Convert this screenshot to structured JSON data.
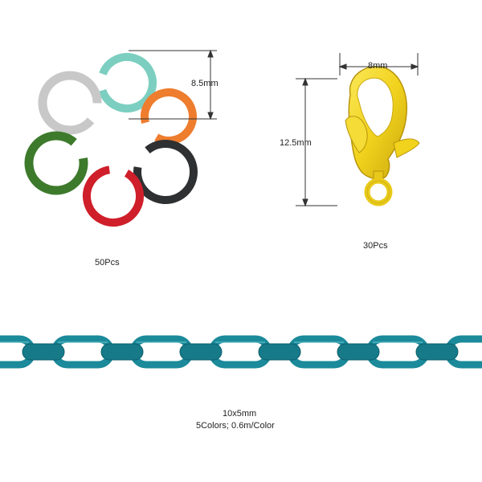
{
  "jump_rings": {
    "diameter_label": "8.5mm",
    "quantity_label": "50Pcs",
    "colors": [
      "#7ccfc0",
      "#c8c8c8",
      "#ee7d2e",
      "#2f3031",
      "#cf1f2a",
      "#3d7a2c"
    ]
  },
  "lobster_clasp": {
    "width_label": "8mm",
    "length_label": "12.5mm",
    "quantity_label": "30Pcs",
    "color": "#f1d21c"
  },
  "chain": {
    "size_label": "10x5mm",
    "details_label": "5Colors; 0.6m/Color",
    "color": "#1b8a9a"
  },
  "dimension_line_color": "#333333"
}
